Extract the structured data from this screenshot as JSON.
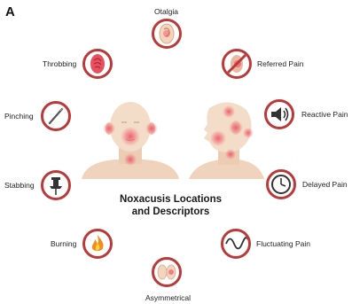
{
  "panel_letter": "A",
  "title_line1": "Noxacusis Locations",
  "title_line2": "and Descriptors",
  "descriptors": {
    "otalgia": "Otalgia",
    "throbbing": "Throbbing",
    "referred_pain": "Referred Pain",
    "pinching": "Pinching",
    "reactive_pain": "Reactive Pain",
    "stabbing": "Stabbing",
    "delayed_pain": "Delayed Pain",
    "burning": "Burning",
    "fluctuating_pain": "Fluctuating Pain",
    "asymmetrical": "Asymmetrical"
  },
  "icons": {
    "otalgia": "ear-icon",
    "throbbing": "red-ear-icon",
    "referred_pain": "crossed-ear-icon",
    "pinching": "needle-icon",
    "reactive_pain": "speaker-icon",
    "stabbing": "pushpin-icon",
    "delayed_pain": "clock-icon",
    "burning": "flame-icon",
    "fluctuating_pain": "sine-wave-icon",
    "asymmetrical": "two-ears-icon"
  },
  "colors": {
    "ring": "#b83a3a",
    "pain_highlight": "#f05a6a",
    "skin": "#f3dcc8"
  }
}
